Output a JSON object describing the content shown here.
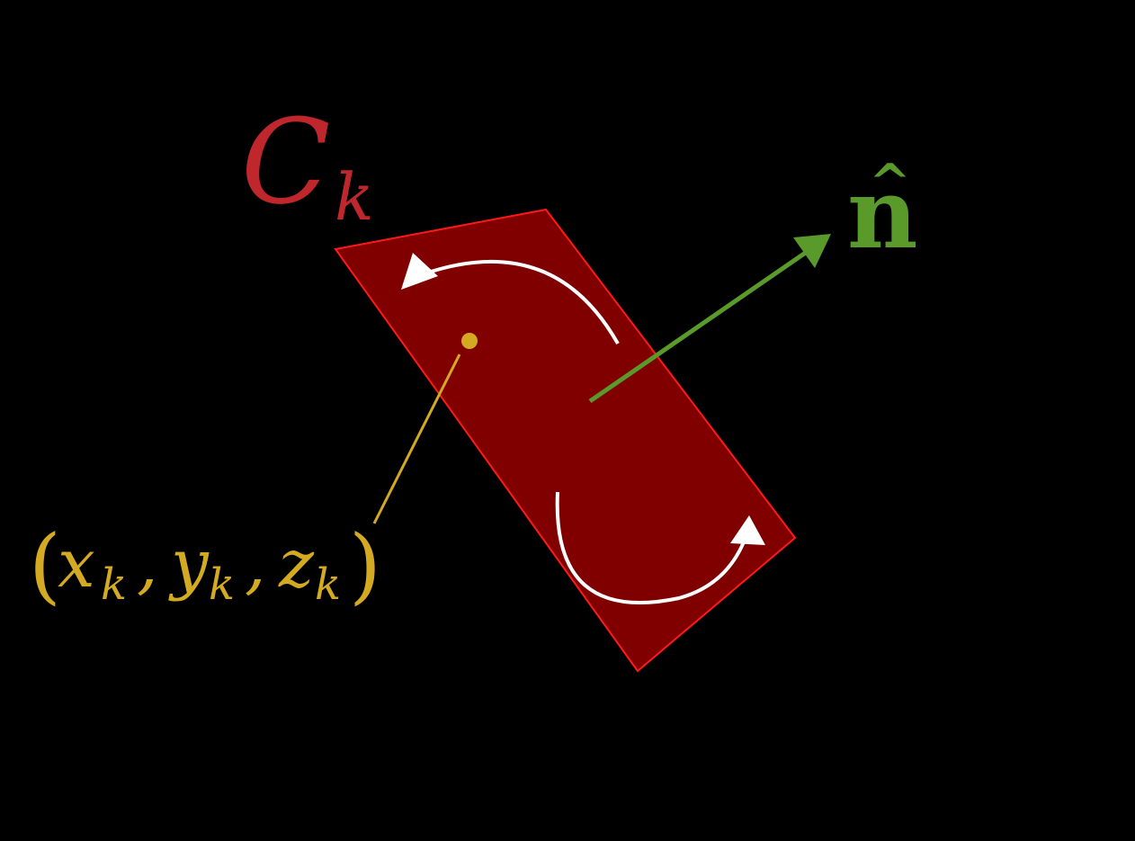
{
  "diagram": {
    "curve_label": {
      "base": "C",
      "sub": "k"
    },
    "normal_label": {
      "base": "n",
      "hat": "^"
    },
    "point_label": {
      "open": "(",
      "x": "x",
      "x_sub": "k",
      "sep1": ",",
      "y": "y",
      "y_sub": "k",
      "sep2": ",",
      "z": "z",
      "z_sub": "k",
      "close": ")"
    }
  },
  "colors": {
    "background": "#000000",
    "surface_fill": "#800000",
    "surface_edge": "#ff1a1a",
    "curve_label": "#c0272d",
    "normal_vector": "#5a9a2a",
    "point": "#d4aa22",
    "circulation_arrows": "#ffffff"
  }
}
